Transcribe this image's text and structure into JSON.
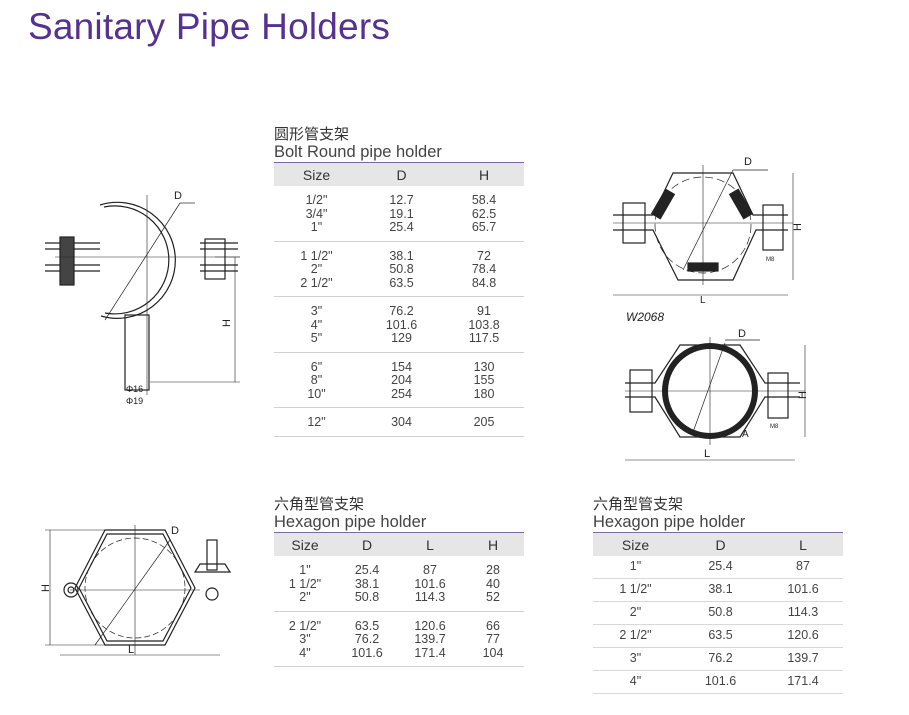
{
  "page": {
    "title": "Sanitary Pipe Holders",
    "accent_color": "#55328f"
  },
  "bolt_round": {
    "title_cn": "圆形管支架",
    "title_en": "Bolt Round pipe holder",
    "columns": [
      "Size",
      "D",
      "H"
    ],
    "groups": [
      [
        [
          "1/2\"",
          "12.7",
          "58.4"
        ],
        [
          "3/4\"",
          "19.1",
          "62.5"
        ],
        [
          "1\"",
          "25.4",
          "65.7"
        ]
      ],
      [
        [
          "1 1/2\"",
          "38.1",
          "72"
        ],
        [
          "2\"",
          "50.8",
          "78.4"
        ],
        [
          "2 1/2\"",
          "63.5",
          "84.8"
        ]
      ],
      [
        [
          "3\"",
          "76.2",
          "91"
        ],
        [
          "4\"",
          "101.6",
          "103.8"
        ],
        [
          "5\"",
          "129",
          "117.5"
        ]
      ],
      [
        [
          "6\"",
          "154",
          "130"
        ],
        [
          "8\"",
          "204",
          "155"
        ],
        [
          "10\"",
          "254",
          "180"
        ]
      ],
      [
        [
          "12\"",
          "304",
          "205"
        ]
      ]
    ],
    "drawing_labels": {
      "d": "D",
      "h": "H",
      "phi16": "Φ16",
      "phi19": "Φ19"
    }
  },
  "hexagon_left": {
    "title_cn": "六角型管支架",
    "title_en": "Hexagon pipe holder",
    "columns": [
      "Size",
      "D",
      "L",
      "H"
    ],
    "groups": [
      [
        [
          "1\"",
          "25.4",
          "87",
          "28"
        ],
        [
          "1 1/2\"",
          "38.1",
          "101.6",
          "40"
        ],
        [
          "2\"",
          "50.8",
          "114.3",
          "52"
        ]
      ],
      [
        [
          "2 1/2\"",
          "63.5",
          "120.6",
          "66"
        ],
        [
          "3\"",
          "76.2",
          "139.7",
          "77"
        ],
        [
          "4\"",
          "101.6",
          "171.4",
          "104"
        ]
      ]
    ],
    "drawing_labels": {
      "d": "D",
      "h": "H",
      "l": "L"
    }
  },
  "hexagon_right": {
    "title_cn": "六角型管支架",
    "title_en": "Hexagon pipe holder",
    "columns": [
      "Size",
      "D",
      "L"
    ],
    "rows": [
      [
        "1\"",
        "25.4",
        "87"
      ],
      [
        "1 1/2\"",
        "38.1",
        "101.6"
      ],
      [
        "2\"",
        "50.8",
        "114.3"
      ],
      [
        "2 1/2\"",
        "63.5",
        "120.6"
      ],
      [
        "3\"",
        "76.2",
        "139.7"
      ],
      [
        "4\"",
        "101.6",
        "171.4"
      ]
    ]
  },
  "drawings_right": {
    "top_labels": {
      "d": "D",
      "h": "H",
      "l": "L",
      "bolt": "M8"
    },
    "model": "W2068",
    "bottom_labels": {
      "d": "D",
      "h": "H",
      "l": "L",
      "a": "A",
      "bolt": "M8"
    }
  }
}
